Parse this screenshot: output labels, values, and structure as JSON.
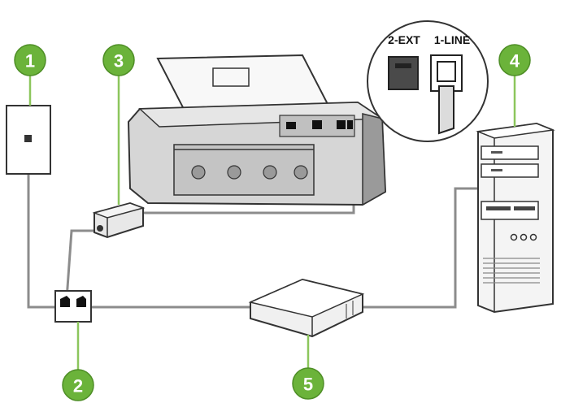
{
  "callouts": [
    {
      "id": 1,
      "label": "1"
    },
    {
      "id": 2,
      "label": "2"
    },
    {
      "id": 3,
      "label": "3"
    },
    {
      "id": 4,
      "label": "4"
    },
    {
      "id": 5,
      "label": "5"
    }
  ],
  "ports": {
    "ext_label": "2-EXT",
    "line_label": "1-LINE"
  },
  "colors": {
    "callout_fill": "#6bb33a",
    "callout_leader": "#8cc65c",
    "cable": "#8c8c8c",
    "device_outline": "#333333",
    "printer_body": "#d6d6d6"
  }
}
